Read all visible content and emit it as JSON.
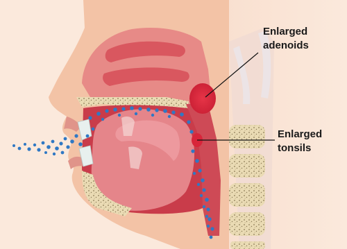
{
  "callouts": [
    {
      "id": "adenoids",
      "text": "Enlarged\nadenoids"
    },
    {
      "id": "tonsils",
      "text": "Enlarged\ntonsils"
    }
  ],
  "colors": {
    "background": "#fbe9dc",
    "skin": "#f3c3a6",
    "nasal_cavity": "#e78a87",
    "turbinate": "#d9575f",
    "bone": "#eadbb4",
    "bone_speckle": "#8a7a55",
    "tongue": "#e5858a",
    "oral_cavity": "#c93c4a",
    "mouth_edge": "#d84a58",
    "enlarged_tissue": "#d8253a",
    "particles": "#2f78c4",
    "teeth": "#e8f0ee",
    "leader_line": "#111111"
  }
}
